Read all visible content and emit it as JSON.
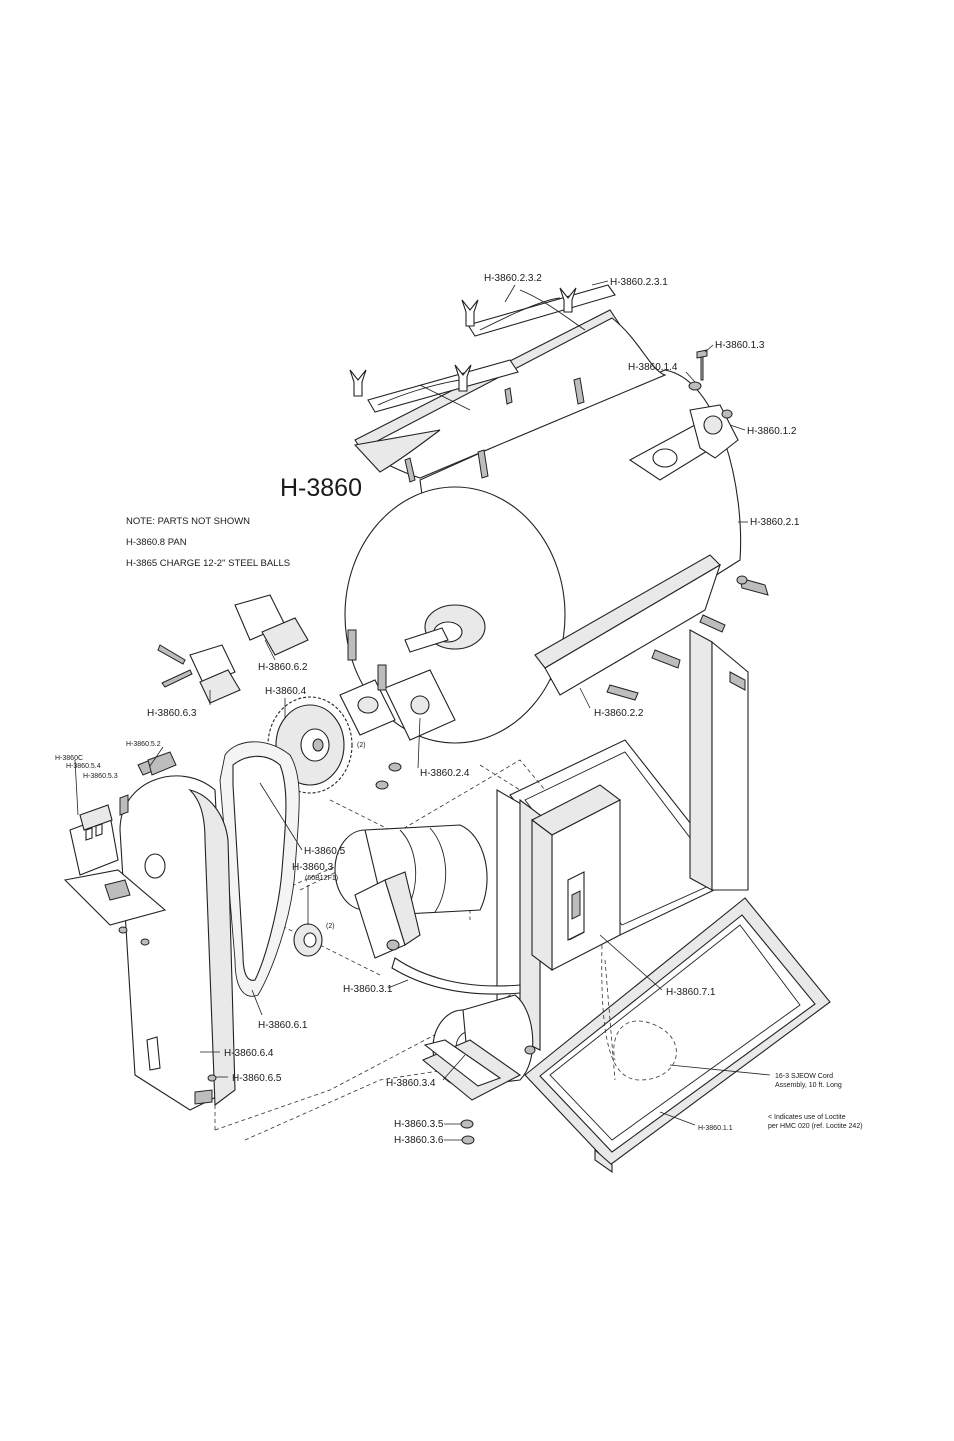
{
  "diagram": {
    "title": "H-3860",
    "notes": [
      "NOTE: PARTS NOT SHOWN",
      "H-3860.8 PAN",
      "H-3865 CHARGE 12-2\" STEEL BALLS"
    ],
    "labels": {
      "p2_3_2": "H-3860.2.3.2",
      "p2_3_1": "H-3860.2.3.1",
      "p1_3": "H-3860.1.3",
      "p1_4": "H-3860.1.4",
      "p1_2": "H-3860.1.2",
      "p2_1": "H-3860.2.1",
      "p6_2": "H-3860.6.2",
      "p6_3": "H-3860.6.3",
      "p4": "H-3860.4",
      "p2_2": "H-3860.2.2",
      "p2_4": "H-3860.2.4",
      "p5_2": "H-3860.5.2",
      "p3860c": "H-3860C",
      "p5_4": "H-3860.5.4",
      "p5_3": "H-3860.5.3",
      "p5": "H-3860.5",
      "p3": "H-3860.3",
      "p3_code": "(60B12F1)",
      "qty_bearing": "(2)",
      "qty_sprocket": "(2)",
      "p3_1": "H-3860.3.1",
      "p7_1": "H-3860.7.1",
      "p6_1": "H-3860.6.1",
      "p6_4": "H-3860.6.4",
      "p6_5": "H-3860.6.5",
      "p3_4": "H-3860.3.4",
      "p3_5": "H-3860.3.5",
      "p3_6": "H-3860.3.6",
      "p1_1": "H-3860.1.1",
      "cord_line1": "16-3 SJEOW Cord",
      "cord_line2": "Assembly, 10 ft. Long",
      "loctite_line1": "< Indicates use of Loctite",
      "loctite_line2": "per HMC 020 (ref. Loctite 242)"
    }
  }
}
